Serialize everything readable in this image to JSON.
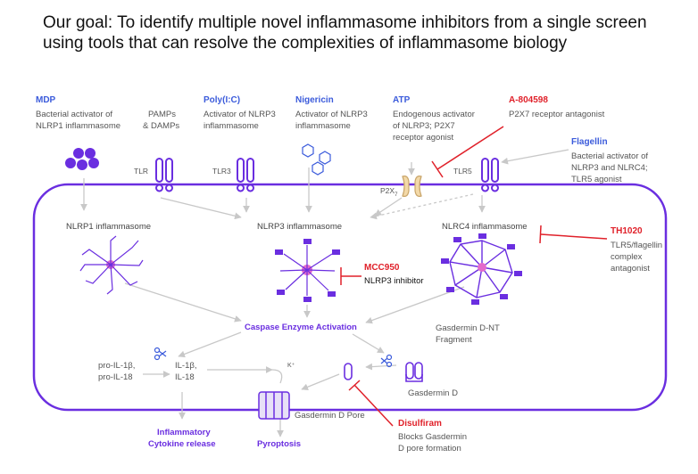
{
  "title": "Our goal: To identify multiple novel inflammasome inhibitors from a single screen using tools that can resolve the complexities of inflammasome biology",
  "colors": {
    "blue": "#3b5bdb",
    "purple": "#6a2ee0",
    "red": "#e0212a",
    "gray": "#555555",
    "arrow": "#c8c8c8"
  },
  "activators": {
    "mdp": {
      "name": "MDP",
      "desc1": "Bacterial activator of",
      "desc2": "NLRP1 inflammasome"
    },
    "polyic": {
      "name": "Poly(I:C)",
      "desc1": "Activator of NLRP3",
      "desc2": "inflammasome"
    },
    "nigericin": {
      "name": "Nigericin",
      "desc1": "Activator of NLRP3",
      "desc2": "inflammasome"
    },
    "atp": {
      "name": "ATP",
      "desc1": "Endogenous activator",
      "desc2": "of NLRP3; P2X7",
      "desc3": "receptor agonist"
    },
    "flagellin": {
      "name": "Flagellin",
      "desc1": "Bacterial activator of",
      "desc2": "NLRP3 and NLRC4;",
      "desc3": "TLR5 agonist"
    }
  },
  "pamps": {
    "line1": "PAMPs",
    "line2": "& DAMPs"
  },
  "receptors": {
    "tlr": "TLR",
    "tlr3": "TLR3",
    "p2x7": "P2X",
    "tlr5": "TLR5"
  },
  "inhibitors": {
    "a804598": {
      "name": "A-804598",
      "desc1": "P2X7 receptor antagonist"
    },
    "th1020": {
      "name": "TH1020",
      "desc1": "TLR5/flagellin",
      "desc2": "complex",
      "desc3": "antagonist"
    },
    "mcc950": {
      "name": "MCC950",
      "desc1": "NLRP3 inhibitor"
    },
    "disulfiram": {
      "name": "Disulfiram",
      "desc1": "Blocks Gasdermin",
      "desc2": "D pore formation"
    }
  },
  "inflammasomes": {
    "nlrp1": "NLRP1 inflammasome",
    "nlrp3": "NLRP3 inflammasome",
    "nlrc4": "NLRC4 inflammasome"
  },
  "caspase": "Caspase Enzyme Activation",
  "gasdermin_nt1": "Gasdermin D-NT",
  "gasdermin_nt2": "Fragment",
  "gasdermin_d": "Gasdermin D",
  "gasdermin_pore": "Gasdermin D Pore",
  "pro_il1b": "pro-IL-1β,",
  "pro_il18": "pro-IL-18",
  "il1b": "IL-1β,",
  "il18": "IL-18",
  "kplus": "K⁺",
  "cytokine1": "Inflammatory",
  "cytokine2": "Cytokine release",
  "pyroptosis": "Pyroptosis"
}
